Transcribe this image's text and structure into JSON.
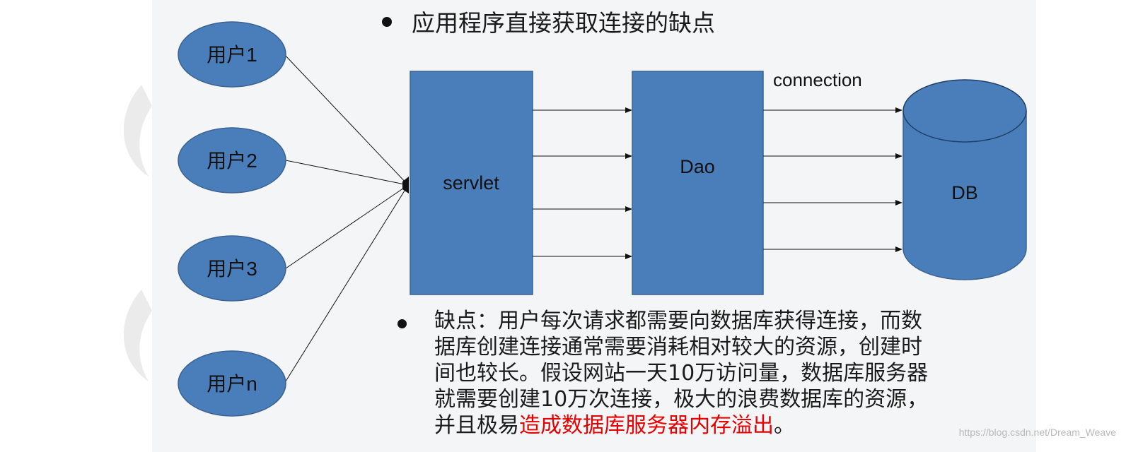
{
  "heading": "应用程序直接获取连接的缺点",
  "users": [
    {
      "label": "用户1"
    },
    {
      "label": "用户2"
    },
    {
      "label": "用户3"
    },
    {
      "label": "用户n"
    }
  ],
  "servlet_label": "servlet",
  "dao_label": "Dao",
  "connection_label": "connection",
  "db_label": "DB",
  "description": {
    "lines": [
      "缺点：用户每次请求都需要向数据库获得连接，而数",
      "据库创建连接通常需要消耗相对较大的资源，创建时",
      "间也较长。假设网站一天10万访问量，数据库服务器",
      "就需要创建10万次连接，极大的浪费数据库的资源，"
    ],
    "last_prefix": "并且极易",
    "last_highlight": "造成数据库服务器内存溢出",
    "last_suffix": "。"
  },
  "watermark": "https://blog.csdn.net/Dream_Weave",
  "colors": {
    "shape_fill": "#4a7ebb",
    "shape_stroke": "#3a6294",
    "highlight": "#e60000"
  }
}
